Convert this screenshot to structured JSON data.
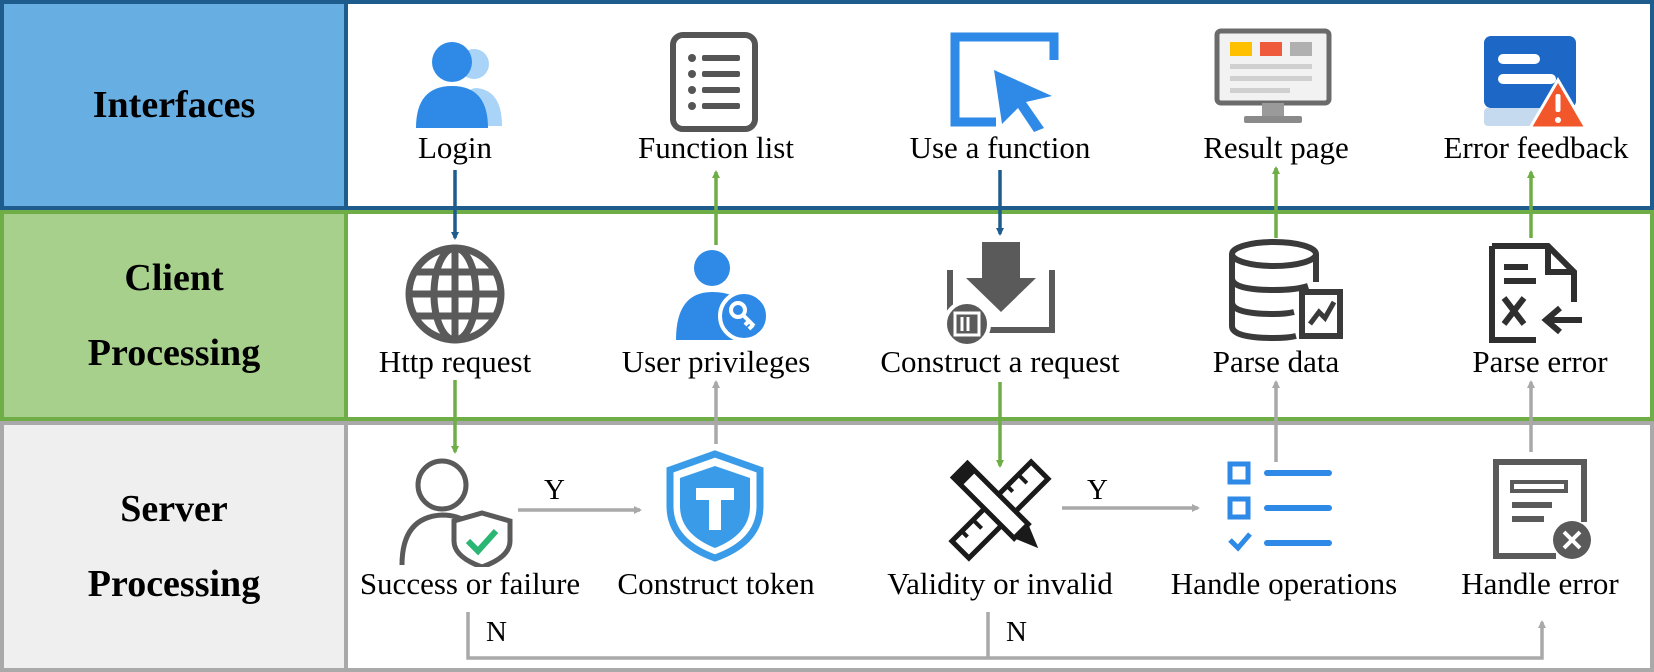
{
  "lanes": {
    "interfaces": "Interfaces",
    "client": [
      "Client",
      "Processing"
    ],
    "server": [
      "Server",
      "Processing"
    ]
  },
  "interfaces": {
    "login": "Login",
    "function_list": "Function list",
    "use_function": "Use a function",
    "result_page": "Result page",
    "error_feedback": "Error feedback"
  },
  "client": {
    "http_request": "Http request",
    "user_privileges": "User privileges",
    "construct_request": "Construct a request",
    "parse_data": "Parse data",
    "parse_error": "Parse error"
  },
  "server": {
    "success_failure": "Success or failure",
    "construct_token": "Construct token",
    "validity": "Validity or invalid",
    "handle_operations": "Handle operations",
    "handle_error": "Handle error"
  },
  "flow_labels": {
    "yes_1": "Y",
    "yes_2": "Y",
    "no_1": "N",
    "no_2": "N"
  },
  "colors": {
    "interfaces_blue": "#67aee3",
    "client_green": "#a8d08d",
    "server_gray": "#efefef",
    "arrow_blue": "#1f5c8e",
    "arrow_green": "#6fae46",
    "arrow_gray": "#a9a9a9"
  },
  "icons": [
    "users-icon",
    "list-icon",
    "cursor-icon",
    "monitor-icon",
    "error-window-icon",
    "globe-icon",
    "user-key-icon",
    "download-tray-icon",
    "database-chart-icon",
    "document-error-icon",
    "user-shield-icon",
    "token-shield-icon",
    "ruler-pencil-icon",
    "checklist-icon",
    "error-form-icon"
  ]
}
